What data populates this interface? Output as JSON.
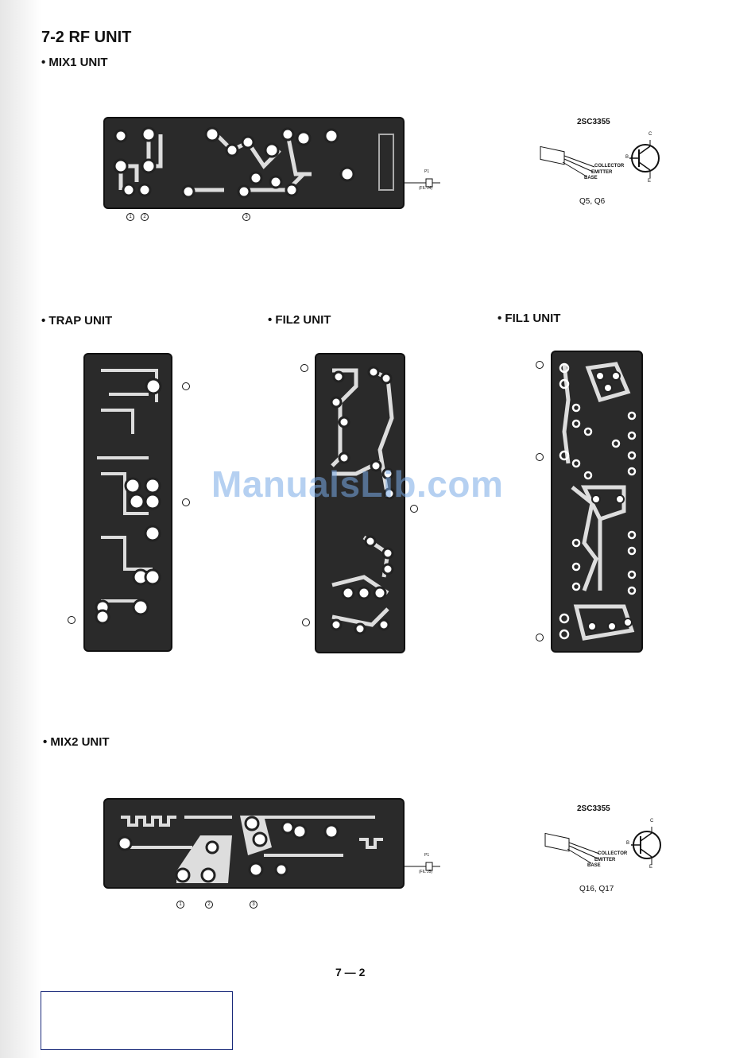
{
  "page": {
    "section_title": "7-2 RF UNIT",
    "page_number": "7 — 2",
    "watermark": "ManualsLib.com"
  },
  "units": {
    "mix1": {
      "label": "• MIX1 UNIT"
    },
    "trap": {
      "label": "• TRAP UNIT"
    },
    "fil2": {
      "label": "• FIL2 UNIT"
    },
    "fil1": {
      "label": "• FIL1 UNIT"
    },
    "mix2": {
      "label": "• MIX2 UNIT"
    }
  },
  "transistors": {
    "top": {
      "part": "2SC3355",
      "refs": "Q5, Q6",
      "pin_labels": [
        "COLLECTOR",
        "EMITTER",
        "BASE"
      ],
      "terminals": [
        "C",
        "B",
        "E"
      ]
    },
    "bottom": {
      "part": "2SC3355",
      "refs": "Q16, Q17",
      "pin_labels": [
        "COLLECTOR",
        "EMITTER",
        "BASE"
      ],
      "terminals": [
        "C",
        "B",
        "E"
      ]
    }
  },
  "connectors": {
    "mix1": {
      "id": "P1",
      "note": "(FIL J4)"
    },
    "mix2": {
      "id": "P1",
      "note": "(FIL J5)"
    }
  },
  "pins": {
    "mix1": [
      "1",
      "2",
      "3"
    ],
    "mix2": [
      "1",
      "2",
      "3"
    ]
  }
}
